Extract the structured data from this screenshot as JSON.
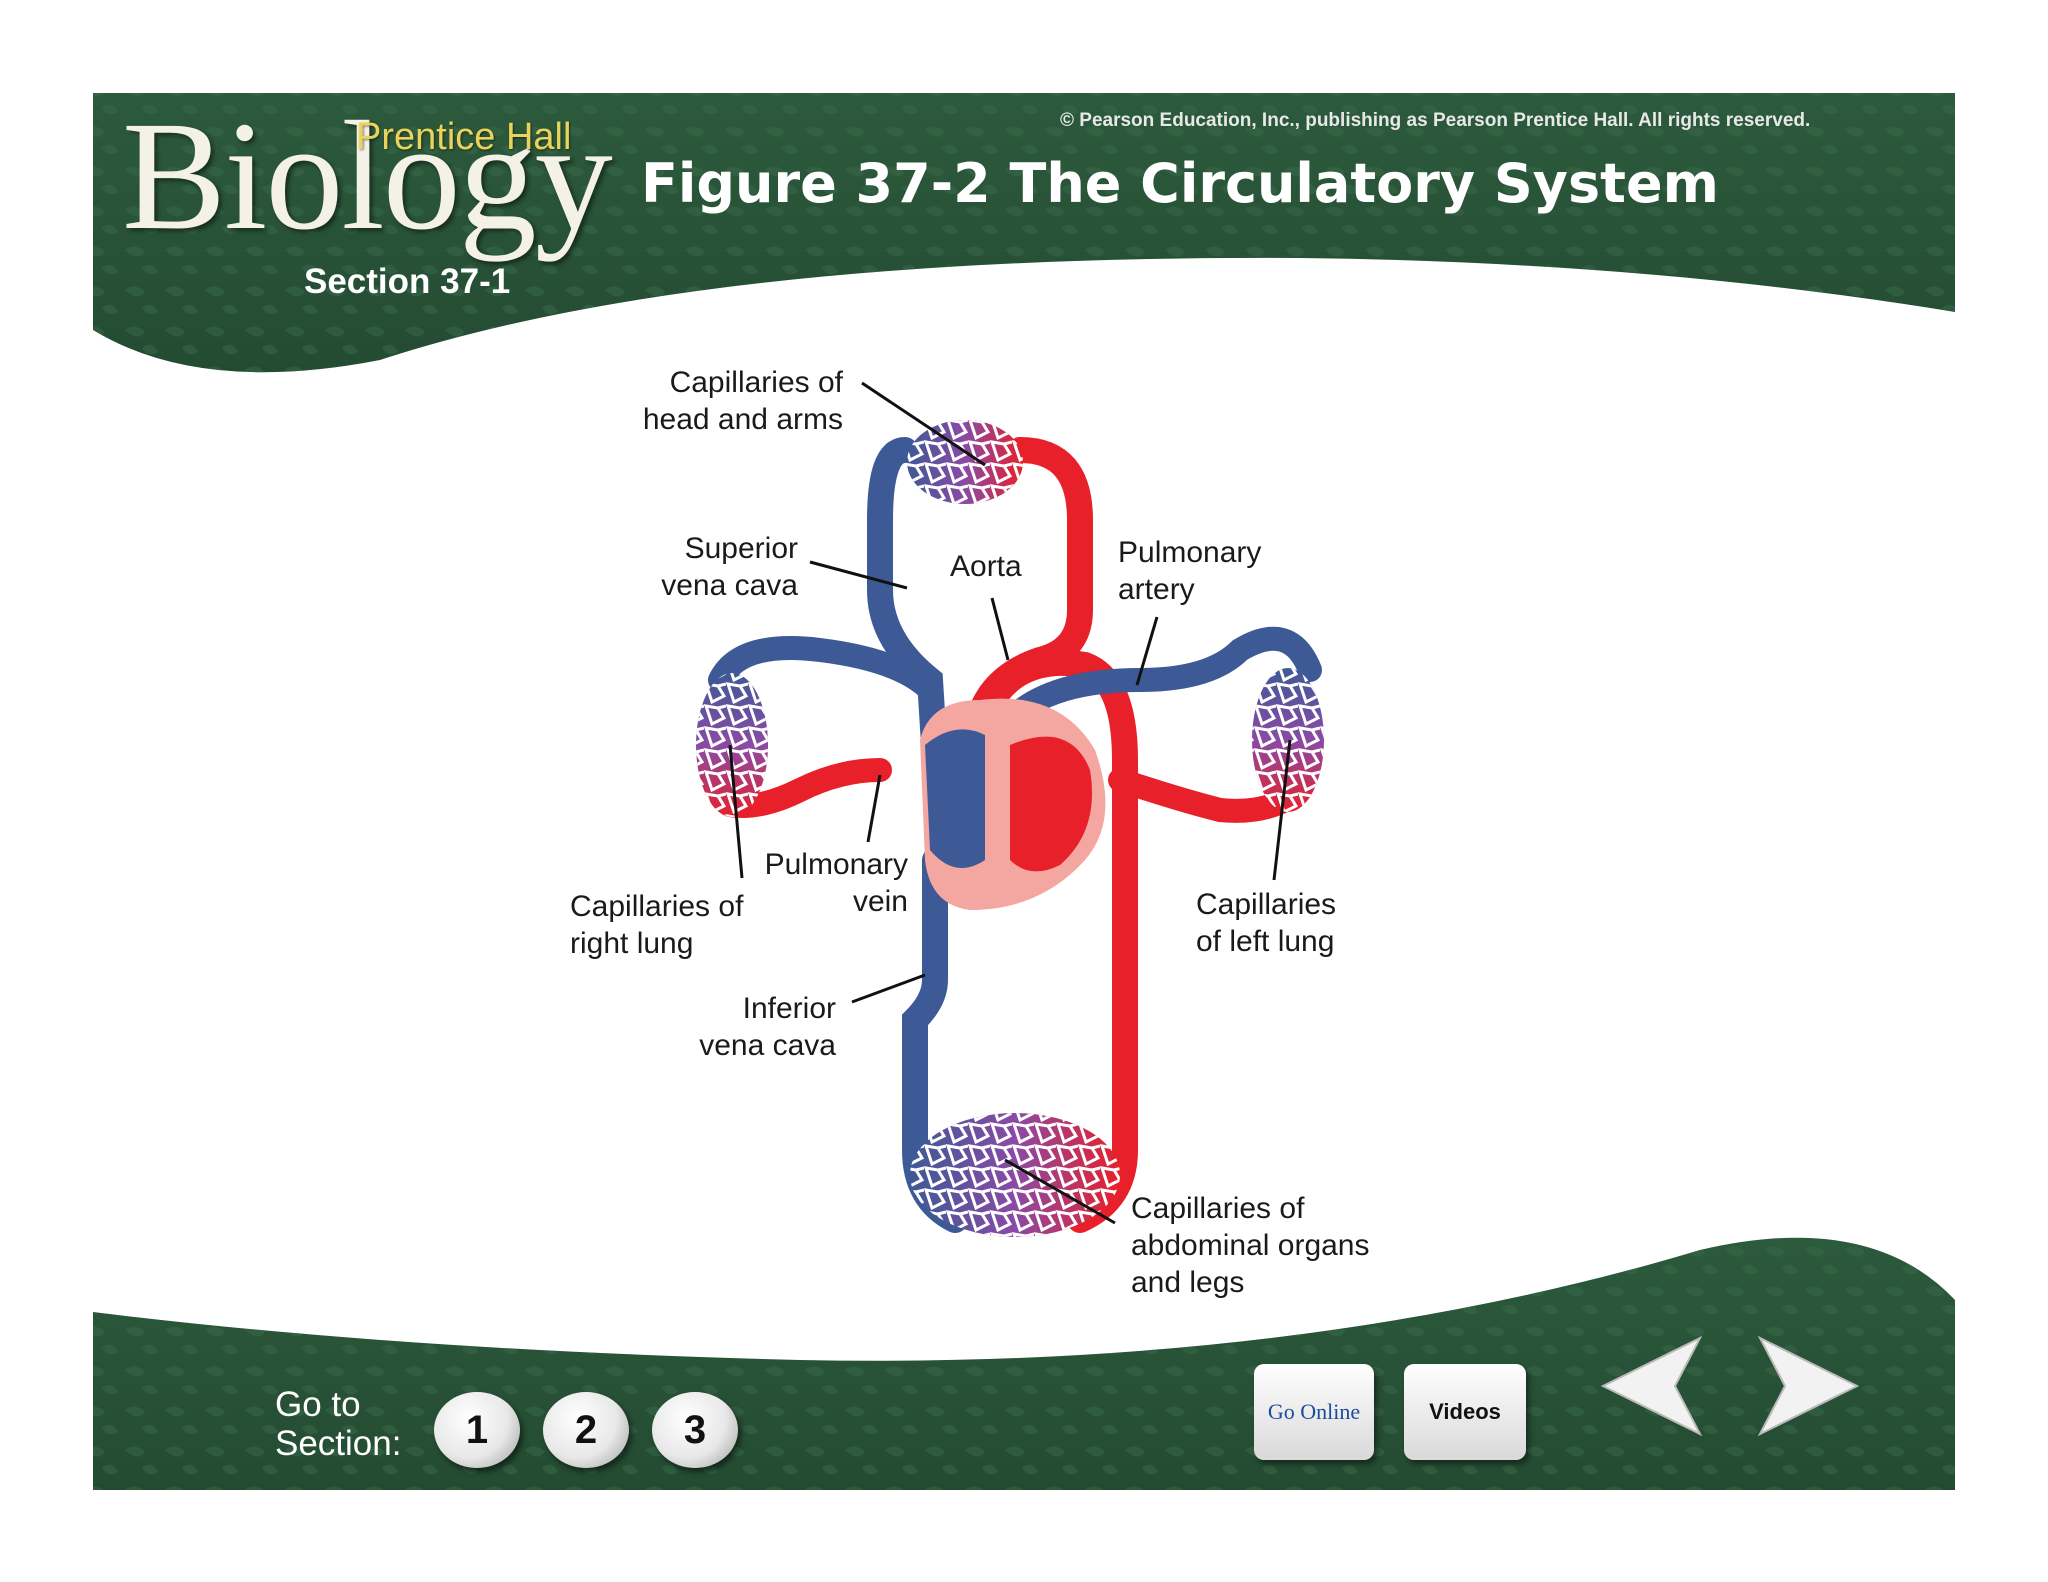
{
  "header": {
    "brand_main": "Biology",
    "brand_sub": "Prentice Hall",
    "section": "Section 37-1",
    "copyright": "© Pearson Education, Inc., publishing as Pearson Prentice Hall. All rights reserved.",
    "title": "Figure 37-2 The Circulatory System"
  },
  "diagram": {
    "labels": {
      "head_arms_1": "Capillaries of",
      "head_arms_2": "head and arms",
      "svc_1": "Superior",
      "svc_2": "vena cava",
      "aorta": "Aorta",
      "pulm_artery_1": "Pulmonary",
      "pulm_artery_2": "artery",
      "pulm_vein_1": "Pulmonary",
      "pulm_vein_2": "vein",
      "right_lung_1": "Capillaries of",
      "right_lung_2": "right lung",
      "left_lung_1": "Capillaries",
      "left_lung_2": "of left lung",
      "ivc_1": "Inferior",
      "ivc_2": "vena cava",
      "abdominal_1": "Capillaries of",
      "abdominal_2": "abdominal organs",
      "abdominal_3": "and legs"
    },
    "colors": {
      "oxygenated": "#e8202a",
      "deoxygenated": "#3d5a96",
      "capillary": "#8a4aa6"
    }
  },
  "footer": {
    "goto_1": "Go to",
    "goto_2": "Section:",
    "sections": [
      "1",
      "2",
      "3"
    ],
    "go_online": "Go Online",
    "videos": "Videos",
    "prev_icon": "arrow-left-icon",
    "next_icon": "arrow-right-icon"
  },
  "theme": {
    "band_green": "#2f5a3e",
    "band_dark": "#1f3f2b"
  }
}
